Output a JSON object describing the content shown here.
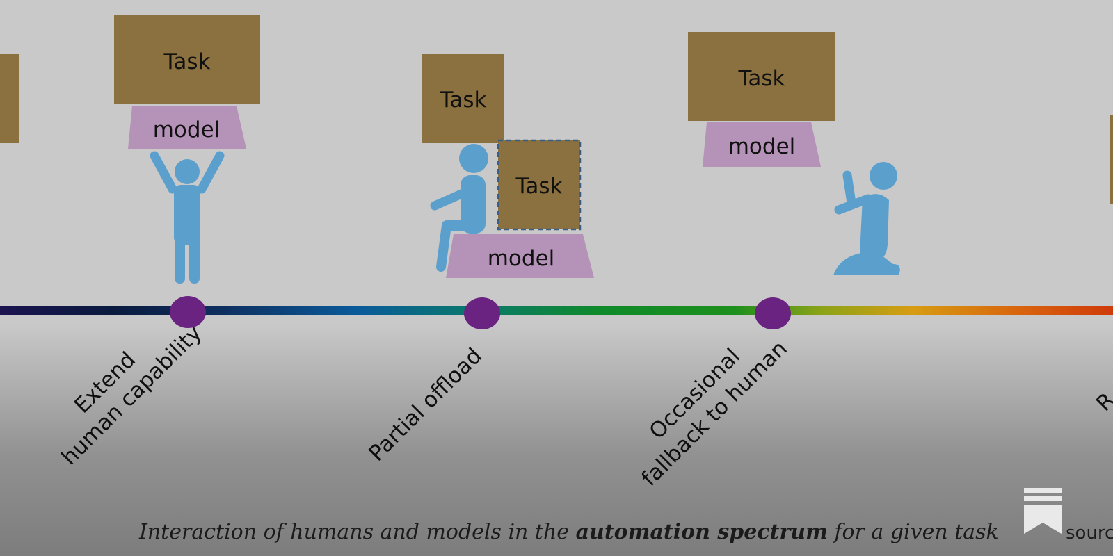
{
  "diagram": {
    "scenes": [
      {
        "task_label": "Task",
        "model_label": "model"
      },
      {
        "task_label": "Task",
        "task2_label": "Task",
        "model_label": "model"
      },
      {
        "task_label": "Task",
        "model_label": "model"
      }
    ],
    "labels": [
      {
        "line1": "Extend",
        "line2": "human capability"
      },
      {
        "line1": "Partial offload"
      },
      {
        "line1": "Occasional",
        "line2": "fallback to human"
      },
      {
        "line1": "R"
      }
    ],
    "caption": {
      "part1": "Interaction of humans and models in the ",
      "bold": "automation spectrum",
      "part2": " for a given task"
    },
    "source_text": "sourc",
    "colors": {
      "task_fill": "#8b7140",
      "model_fill": "#b592b8",
      "human_fill": "#5b9fcd",
      "node_fill": "#6a2381",
      "background": "#c9c9c9"
    }
  }
}
